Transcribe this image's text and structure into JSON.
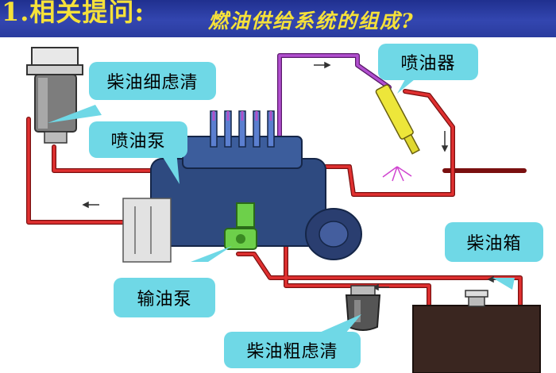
{
  "header": {
    "left_text": "1.相关提问:",
    "question": "燃油供给系统的组成?"
  },
  "labels": {
    "fine_filter": "柴油细虑清",
    "injection_pump": "喷油泵",
    "injector": "喷油器",
    "transfer_pump": "输油泵",
    "fuel_tank": "柴油箱",
    "coarse_filter": "柴油粗虑清"
  },
  "colors": {
    "header_bg": "#2a3c9e",
    "header_text": "#f5e13a",
    "label_bg": "#6fd8e6",
    "fuel_line": "#d42a2a",
    "high_pressure_line": "#b050c8",
    "pump_body": "#2e4a80",
    "tank": "#3a2620"
  }
}
